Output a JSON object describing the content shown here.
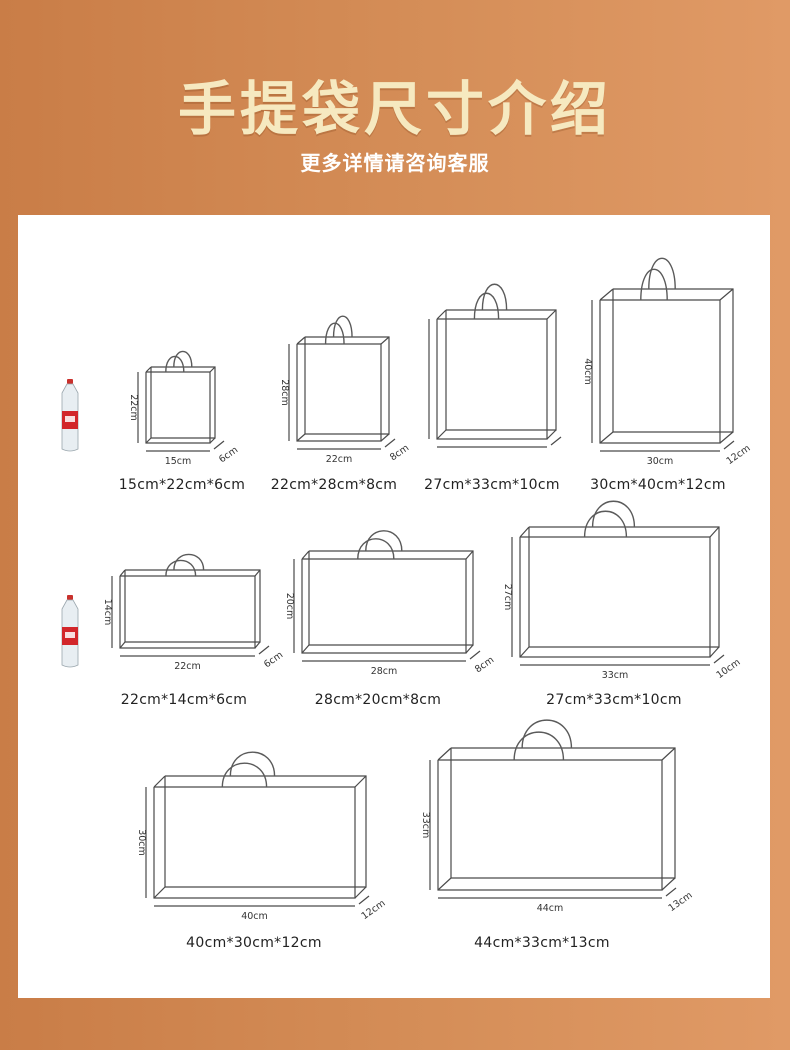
{
  "header": {
    "title": "手提袋尺寸介绍",
    "subtitle": "更多详情请咨询客服"
  },
  "rows": [
    [
      {
        "label": "15cm*22cm*6cm",
        "width_dim": "15cm",
        "height_dim": "22cm",
        "depth_dim": "6cm"
      },
      {
        "label": "22cm*28cm*8cm",
        "width_dim": "22cm",
        "height_dim": "28cm",
        "depth_dim": "8cm"
      },
      {
        "label": "27cm*33cm*10cm",
        "width_dim": "",
        "height_dim": "",
        "depth_dim": ""
      },
      {
        "label": "30cm*40cm*12cm",
        "width_dim": "30cm",
        "height_dim": "40cm",
        "depth_dim": "12cm"
      }
    ],
    [
      {
        "label": "22cm*14cm*6cm",
        "width_dim": "22cm",
        "height_dim": "14cm",
        "depth_dim": "6cm"
      },
      {
        "label": "28cm*20cm*8cm",
        "width_dim": "28cm",
        "height_dim": "20cm",
        "depth_dim": "8cm"
      },
      {
        "label": "27cm*33cm*10cm",
        "width_dim": "33cm",
        "height_dim": "27cm",
        "depth_dim": "10cm"
      }
    ],
    [
      {
        "label": "40cm*30cm*12cm",
        "width_dim": "40cm",
        "height_dim": "30cm",
        "depth_dim": "12cm"
      },
      {
        "label": "44cm*33cm*13cm",
        "width_dim": "44cm",
        "height_dim": "33cm",
        "depth_dim": "13cm"
      }
    ]
  ],
  "colors": {
    "background": "#d58e58",
    "title": "#f6e9c0",
    "bottle_label": "#d2262a"
  },
  "icons": [
    "water-bottle-icon"
  ]
}
